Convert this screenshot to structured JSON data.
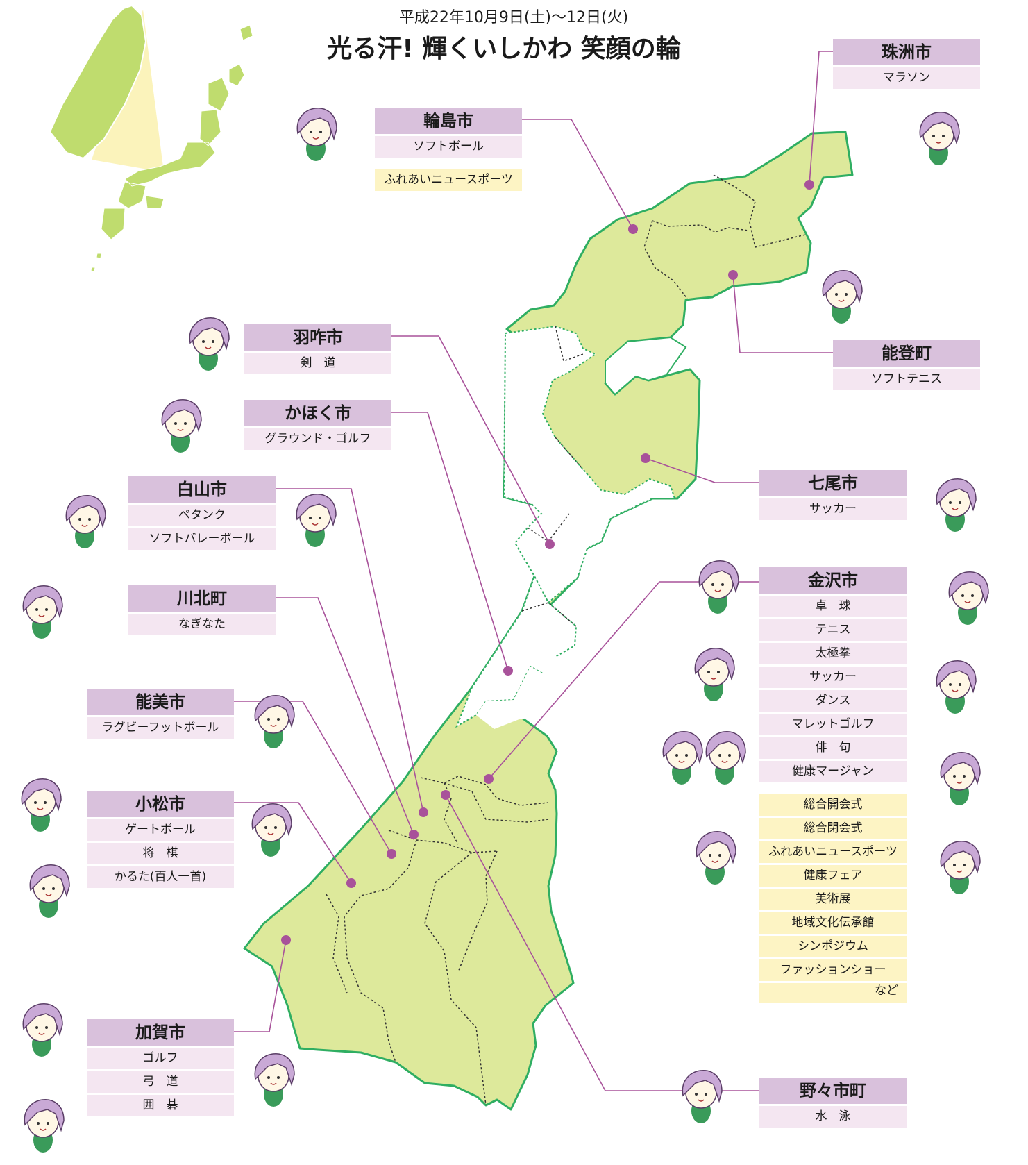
{
  "header": {
    "date": "平成22年10月9日(土)〜12日(火)",
    "title": "光る汗! 輝くいしかわ 笑顔の輪"
  },
  "colors": {
    "land": "#dde99b",
    "border": "#2fae62",
    "municipality_label_bg": "#d9c1dc",
    "event_bg": "#f4e6f1",
    "highlight_bg": "#fdf4c4",
    "leader_line": "#a8529a",
    "japan_land": "#bfdc6e",
    "mascot_hair": "#c9a9d6",
    "mascot_body": "#3a9b5a"
  },
  "legend_icons": [
    "mascot-icon",
    "softball-icon",
    "tennis-racket-icon",
    "soccer-ball-icon",
    "beach-ball-icon",
    "kendo-sword-icon",
    "naginata-icon",
    "rugby-ball-icon",
    "shogi-board-icon",
    "golf-club-icon",
    "archery-bow-icon",
    "table-tennis-paddle-icon",
    "swimming-wave-icon",
    "go-board-icon",
    "karuta-cards-icon",
    "gateball-hoop-icon",
    "petanque-ball-icon",
    "flag-icon"
  ],
  "municipalities": [
    {
      "name": "輪島市",
      "events": [
        {
          "label": "ソフトボール"
        },
        {
          "label": "ふれあいニュースポーツ",
          "highlight": true
        }
      ]
    },
    {
      "name": "珠洲市",
      "events": [
        {
          "label": "マラソン"
        }
      ]
    },
    {
      "name": "能登町",
      "events": [
        {
          "label": "ソフトテニス"
        }
      ]
    },
    {
      "name": "羽咋市",
      "events": [
        {
          "label": "剣　道"
        }
      ]
    },
    {
      "name": "かほく市",
      "events": [
        {
          "label": "グラウンド・ゴルフ"
        }
      ]
    },
    {
      "name": "白山市",
      "events": [
        {
          "label": "ペタンク"
        },
        {
          "label": "ソフトバレーボール"
        }
      ]
    },
    {
      "name": "七尾市",
      "events": [
        {
          "label": "サッカー"
        }
      ]
    },
    {
      "name": "川北町",
      "events": [
        {
          "label": "なぎなた"
        }
      ]
    },
    {
      "name": "金沢市",
      "events": [
        {
          "label": "卓　球"
        },
        {
          "label": "テニス"
        },
        {
          "label": "太極拳"
        },
        {
          "label": "サッカー"
        },
        {
          "label": "ダンス"
        },
        {
          "label": "マレットゴルフ"
        },
        {
          "label": "俳　句"
        },
        {
          "label": "健康マージャン"
        },
        {
          "label": "総合開会式",
          "highlight": true
        },
        {
          "label": "総合閉会式",
          "highlight": true
        },
        {
          "label": "ふれあいニュースポーツ",
          "highlight": true
        },
        {
          "label": "健康フェア",
          "highlight": true
        },
        {
          "label": "美術展",
          "highlight": true
        },
        {
          "label": "地域文化伝承館",
          "highlight": true
        },
        {
          "label": "シンポジウム",
          "highlight": true
        },
        {
          "label": "ファッションショー",
          "highlight": true
        },
        {
          "label": "など",
          "highlight": true
        }
      ]
    },
    {
      "name": "能美市",
      "events": [
        {
          "label": "ラグビーフットボール"
        }
      ]
    },
    {
      "name": "小松市",
      "events": [
        {
          "label": "ゲートボール"
        },
        {
          "label": "将　棋"
        },
        {
          "label": "かるた(百人一首)"
        }
      ]
    },
    {
      "name": "加賀市",
      "events": [
        {
          "label": "ゴルフ"
        },
        {
          "label": "弓　道"
        },
        {
          "label": "囲　碁"
        }
      ]
    },
    {
      "name": "野々市町",
      "events": [
        {
          "label": "水　泳"
        }
      ]
    }
  ]
}
